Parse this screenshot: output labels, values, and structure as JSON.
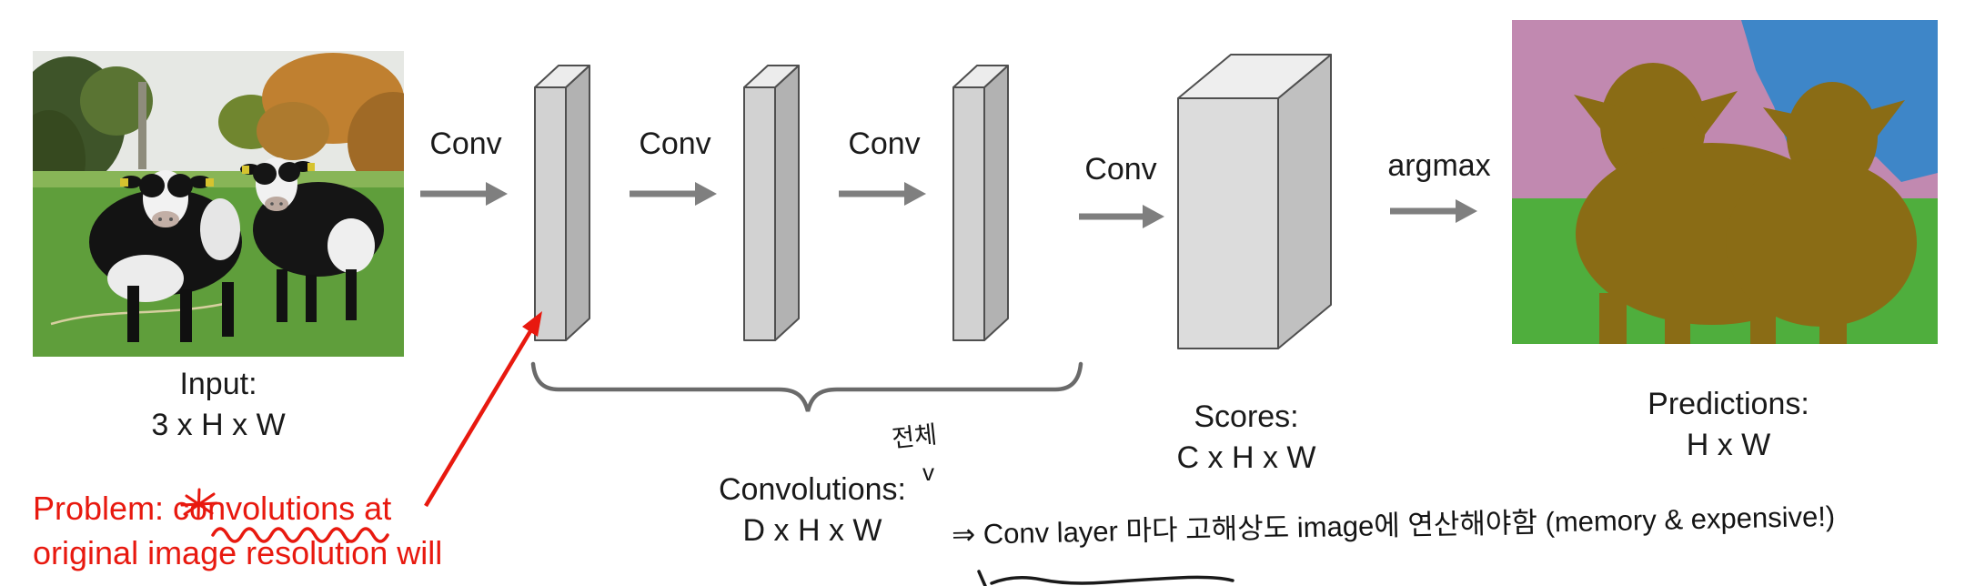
{
  "diagram": {
    "input": {
      "line1": "Input:",
      "line2": "3 x H x W"
    },
    "flow": {
      "conv_labels": [
        "Conv",
        "Conv",
        "Conv",
        "Conv"
      ],
      "argmax_label": "argmax"
    },
    "scores": {
      "line1": "Scores:",
      "line2": "C x H x W"
    },
    "predictions": {
      "line1": "Predictions:",
      "line2": "H x W"
    },
    "convolutions": {
      "line1": "Convolutions:",
      "line2": "D x H x W"
    }
  },
  "annotations": {
    "problem_line1": "Problem: convolutions at",
    "problem_line2": "original image resolution will",
    "problem_color": "#e8190f",
    "handwritten_small_note": "전체",
    "handwritten_caret": "v",
    "handwritten_note": "⇒ Conv layer 마다 고해상도 image에 연산해야함 (memory & expensive!)"
  },
  "images": {
    "input_photo": "two black-and-white cows in a green pasture",
    "prediction_map": "segmentation map: cows olive, grass green, sky blue, background pink"
  },
  "colors": {
    "seg_pink": "#c189b0",
    "seg_blue": "#3e86c8",
    "seg_green": "#4fae3d",
    "seg_cow": "#8a6c15",
    "arrow_gray": "#7f7f7f"
  }
}
